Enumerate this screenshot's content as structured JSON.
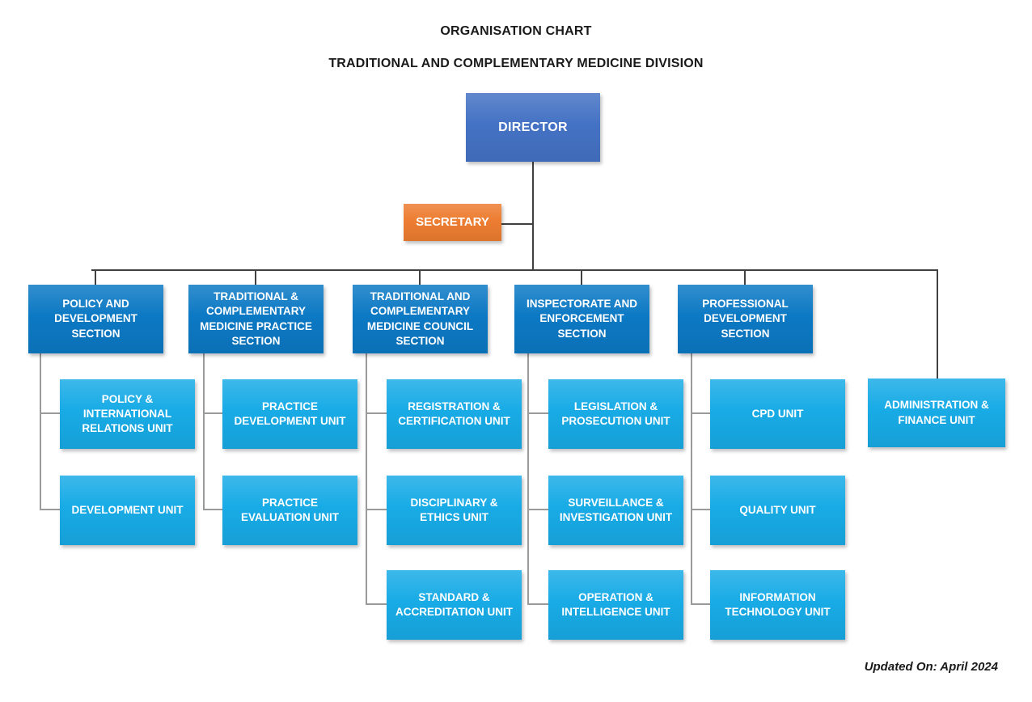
{
  "page_title": {
    "line1": "ORGANISATION CHART",
    "line2": "TRADITIONAL AND COMPLEMENTARY MEDICINE DIVISION"
  },
  "org": {
    "director": {
      "label": "DIRECTOR"
    },
    "secretary": {
      "label": "SECRETARY"
    },
    "sections": [
      {
        "label": "POLICY AND DEVELOPMENT SECTION",
        "units": [
          {
            "label": "POLICY & INTERNATIONAL RELATIONS UNIT"
          },
          {
            "label": "DEVELOPMENT UNIT"
          }
        ]
      },
      {
        "label": "TRADITIONAL & COMPLEMENTARY MEDICINE PRACTICE SECTION",
        "units": [
          {
            "label": "PRACTICE DEVELOPMENT UNIT"
          },
          {
            "label": "PRACTICE EVALUATION UNIT"
          }
        ]
      },
      {
        "label": "TRADITIONAL AND COMPLEMENTARY MEDICINE COUNCIL SECTION",
        "units": [
          {
            "label": "REGISTRATION & CERTIFICATION UNIT"
          },
          {
            "label": "DISCIPLINARY & ETHICS UNIT"
          },
          {
            "label": "STANDARD & ACCREDITATION UNIT"
          }
        ]
      },
      {
        "label": "INSPECTORATE AND ENFORCEMENT SECTION",
        "units": [
          {
            "label": "LEGISLATION & PROSECUTION UNIT"
          },
          {
            "label": "SURVEILLANCE & INVESTIGATION UNIT"
          },
          {
            "label": "OPERATION & INTELLIGENCE UNIT"
          }
        ]
      },
      {
        "label": "PROFESSIONAL DEVELOPMENT SECTION",
        "units": [
          {
            "label": "CPD UNIT"
          },
          {
            "label": "QUALITY UNIT"
          },
          {
            "label": "INFORMATION TECHNOLOGY UNIT"
          }
        ]
      }
    ],
    "admin_unit": {
      "label": "ADMINISTRATION & FINANCE UNIT"
    }
  },
  "footer": {
    "updated_on": "Updated On: April 2024"
  },
  "colors": {
    "director": "#4472C4",
    "secretary": "#ED7D31",
    "section": "#0C79C4",
    "unit": "#18ABE6",
    "connector_dark": "#404040",
    "connector_gray": "#9A9A9A",
    "box_text": "#FFFFFF",
    "title_text": "#1A1A1A"
  }
}
